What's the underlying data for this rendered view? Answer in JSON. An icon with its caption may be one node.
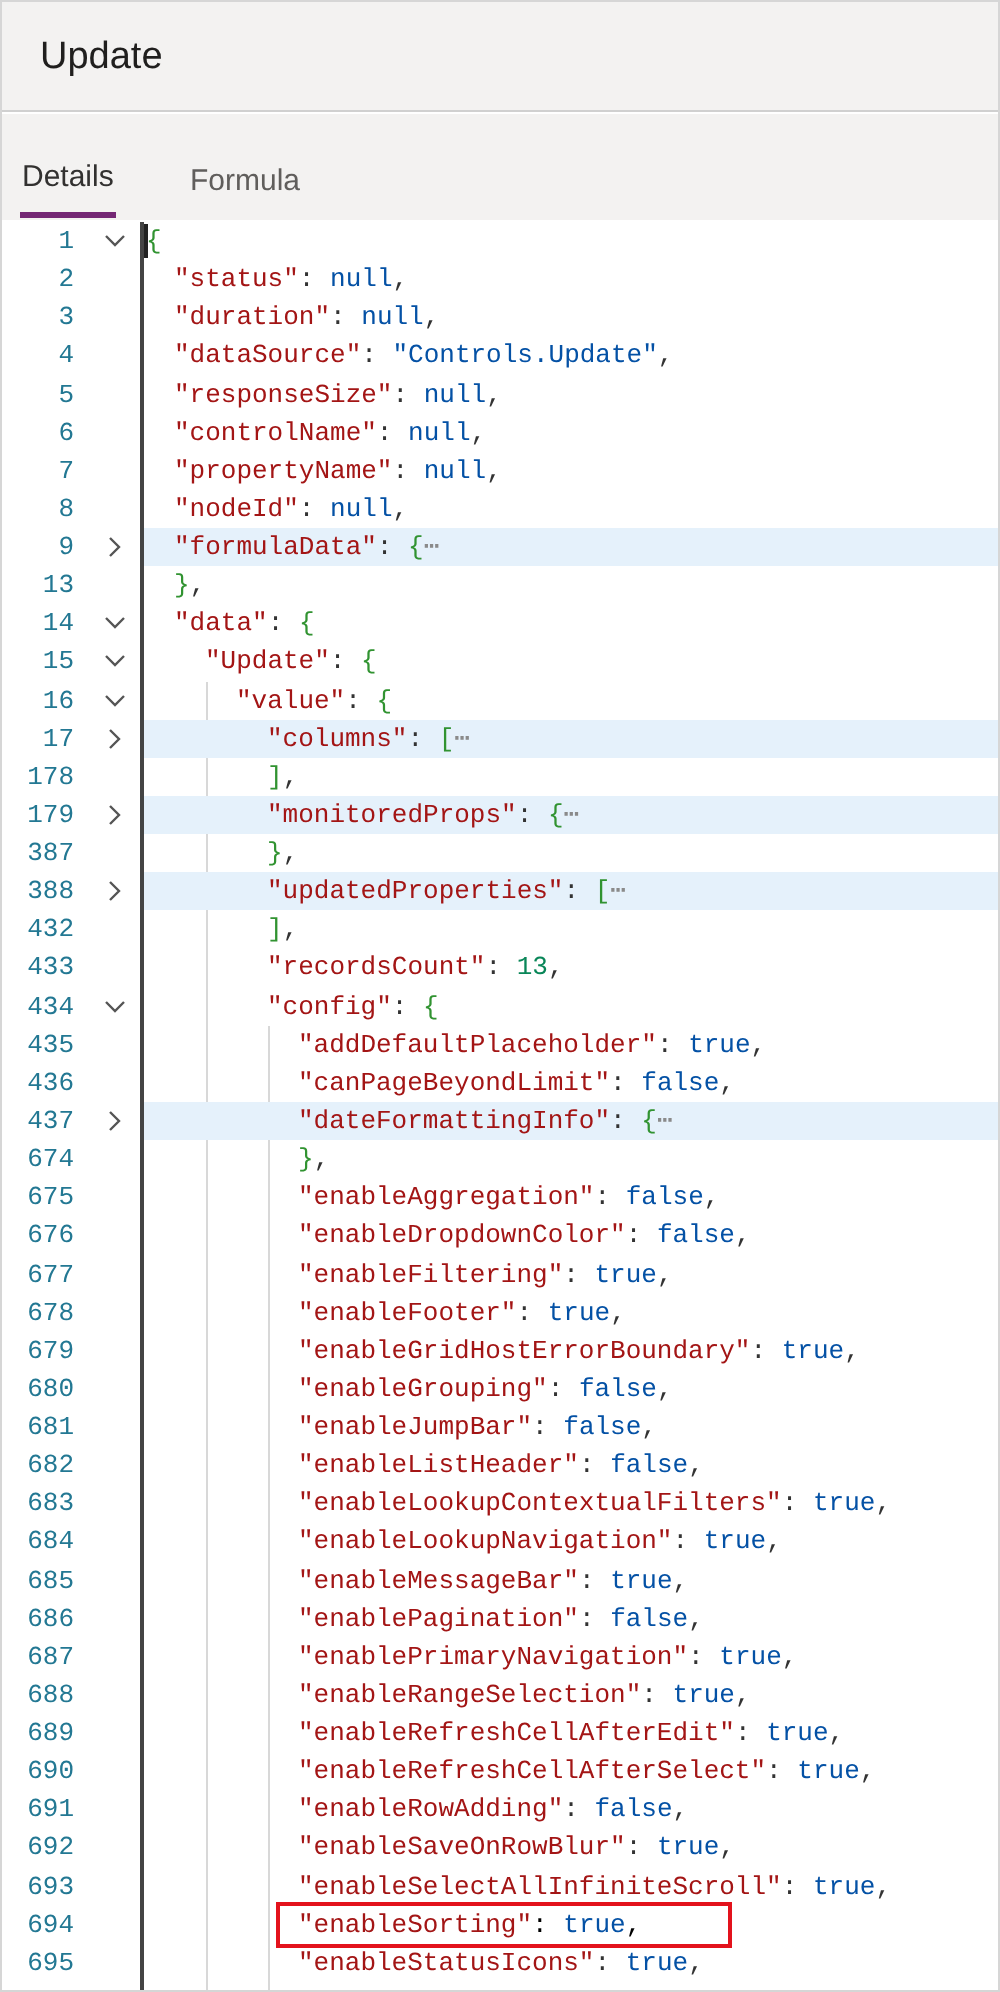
{
  "diagram": {
    "title": "Update",
    "nodes": [
      {
        "text": [
          "\"enableSorting\": true,"
        ]
      }
    ],
    "labels": [
      "Details",
      "Formula",
      "1",
      "{",
      "2",
      "\"status\": null,",
      "3",
      "\"duration\": null,",
      "4",
      "\"dataSource\": \"Controls.Update\",",
      "5",
      "\"responseSize\": null,",
      "6",
      "\"controlName\": null,",
      "7",
      "\"propertyName\": null,",
      "8",
      "\"nodeId\": null,",
      "9",
      "\"formulaData\": {⋯",
      "13",
      "},",
      "14",
      "\"data\": {",
      "15",
      "\"Update\": {",
      "16",
      "\"value\": {",
      "17",
      "\"columns\": [⋯",
      "178",
      "],",
      "179",
      "\"monitoredProps\": {⋯",
      "387",
      "},",
      "388",
      "\"updatedProperties\": [⋯",
      "432",
      "],",
      "433",
      "\"recordsCount\": 13,",
      "434",
      "\"config\": {",
      "435",
      "\"addDefaultPlaceholder\": true,",
      "436",
      "\"canPageBeyondLimit\": false,",
      "437",
      "\"dateFormattingInfo\": {⋯",
      "674",
      "},",
      "675",
      "\"enableAggregation\": false,",
      "676",
      "\"enableDropdownColor\": false,",
      "677",
      "\"enableFiltering\": true,",
      "678",
      "\"enableFooter\": true,",
      "679",
      "\"enableGridHostErrorBoundary\": true,",
      "680",
      "\"enableGrouping\": false,",
      "681",
      "\"enableJumpBar\": false,",
      "682",
      "\"enableListHeader\": false,",
      "683",
      "\"enableLookupContextualFilters\": true,",
      "684",
      "\"enableLookupNavigation\": true,",
      "685",
      "\"enableMessageBar\": true,",
      "686",
      "\"enablePagination\": false,",
      "687",
      "\"enablePrimaryNavigation\": true,",
      "688",
      "\"enableRangeSelection\": true,",
      "689",
      "\"enableRefreshCellAfterEdit\": true,",
      "690",
      "\"enableRefreshCellAfterSelect\": true,",
      "691",
      "\"enableRowAdding\": false,",
      "692",
      "\"enableSaveOnRowBlur\": true,",
      "693",
      "\"enableSelectAllInfiniteScroll\": true,",
      "694",
      "695",
      "\"enableStatusIcons\": true,"
    ]
  }
}
